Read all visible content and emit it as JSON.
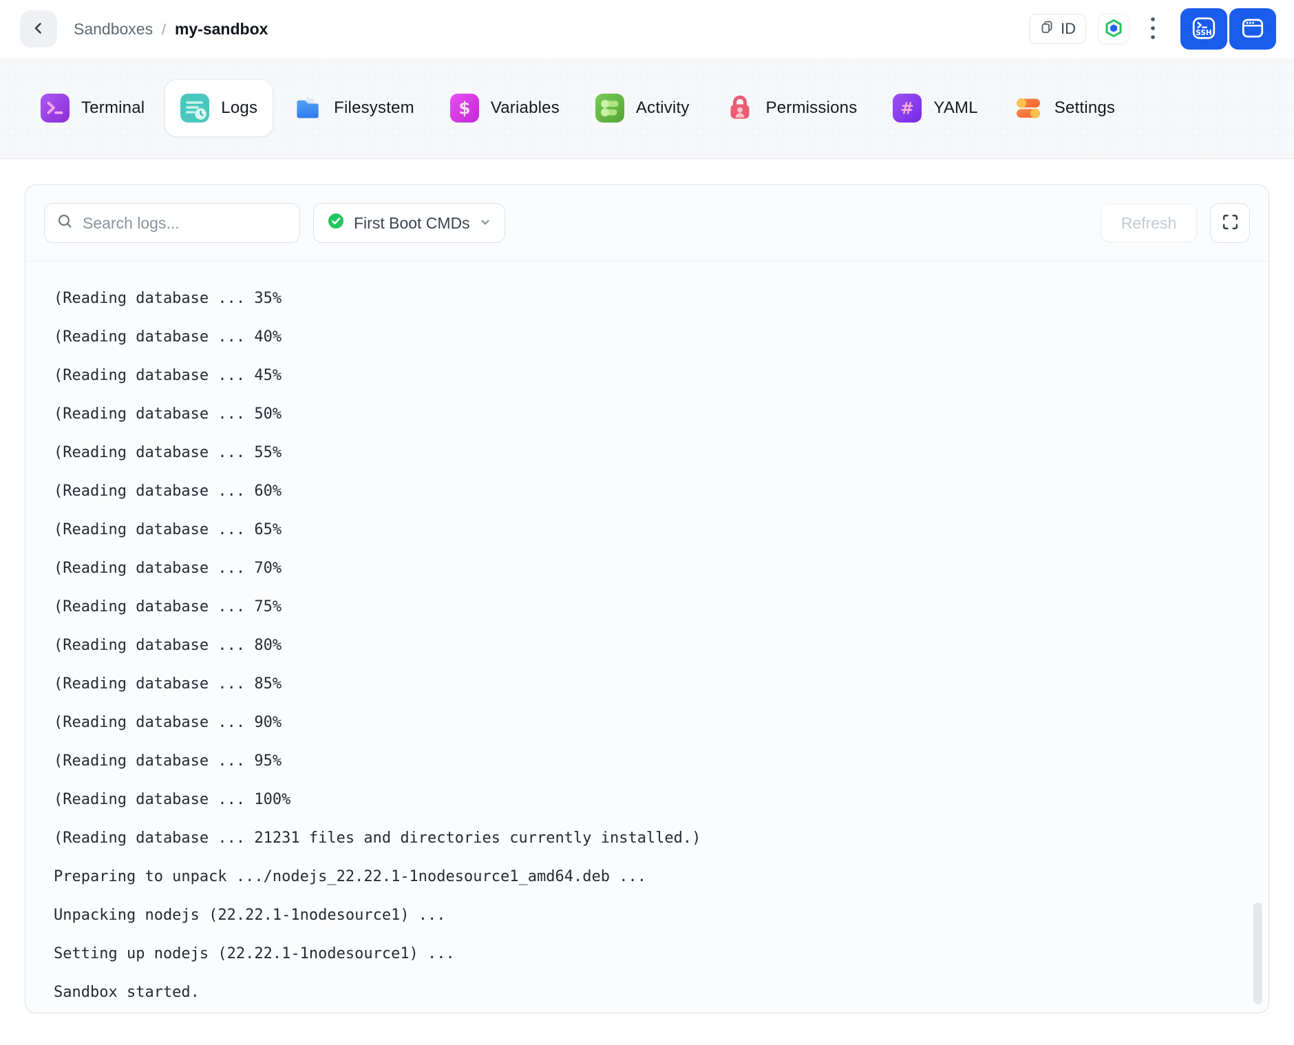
{
  "header": {
    "breadcrumb": {
      "parent": "Sandboxes",
      "separator": "/",
      "current": "my-sandbox"
    },
    "id_button_label": "ID"
  },
  "tabs": [
    {
      "label": "Terminal",
      "icon": "terminal-icon",
      "active": false
    },
    {
      "label": "Logs",
      "icon": "logs-icon",
      "active": true
    },
    {
      "label": "Filesystem",
      "icon": "filesystem-icon",
      "active": false
    },
    {
      "label": "Variables",
      "icon": "variables-icon",
      "active": false
    },
    {
      "label": "Activity",
      "icon": "activity-icon",
      "active": false
    },
    {
      "label": "Permissions",
      "icon": "permissions-icon",
      "active": false
    },
    {
      "label": "YAML",
      "icon": "yaml-icon",
      "active": false
    },
    {
      "label": "Settings",
      "icon": "settings-icon",
      "active": false
    }
  ],
  "toolbar": {
    "search_placeholder": "Search logs...",
    "filter_label": "First Boot CMDs",
    "refresh_label": "Refresh"
  },
  "logs": {
    "lines": [
      "(Reading database ... 35%",
      "(Reading database ... 40%",
      "(Reading database ... 45%",
      "(Reading database ... 50%",
      "(Reading database ... 55%",
      "(Reading database ... 60%",
      "(Reading database ... 65%",
      "(Reading database ... 70%",
      "(Reading database ... 75%",
      "(Reading database ... 80%",
      "(Reading database ... 85%",
      "(Reading database ... 90%",
      "(Reading database ... 95%",
      "(Reading database ... 100%",
      "(Reading database ... 21231 files and directories currently installed.)",
      "Preparing to unpack .../nodejs_22.22.1-1nodesource1_amd64.deb ...",
      "Unpacking nodejs (22.22.1-1nodesource1) ...",
      "Setting up nodejs (22.22.1-1nodesource1) ...",
      "Sandbox started."
    ]
  },
  "colors": {
    "accent_blue": "#1a5ceb",
    "status_green": "#22c55e",
    "hex_badge_inner_blue": "#2563eb",
    "tabbar_bg": "#f7f8fa",
    "panel_border": "#dee3e9",
    "log_text": "#242a33"
  }
}
